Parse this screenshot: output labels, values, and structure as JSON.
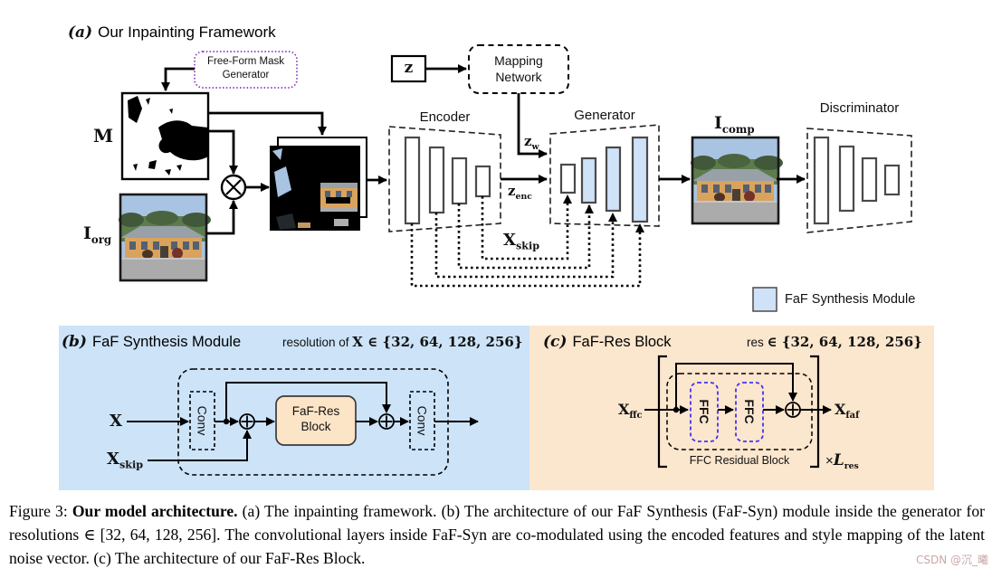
{
  "figure": {
    "panel_a": {
      "tag": "(a)",
      "title": "Our Inpainting Framework",
      "mask_generator_line1": "Free-Form Mask",
      "mask_generator_line2": "Generator",
      "mapping_line1": "Mapping",
      "mapping_line2": "Network",
      "encoder_label": "Encoder",
      "generator_label": "Generator",
      "discriminator_label": "Discriminator",
      "m_label": "M",
      "i_label": "I",
      "org_sub": "org",
      "comp_sub": "comp",
      "z_label": "z",
      "zw_z": "z",
      "zw_sub": "w",
      "zenc_z": "z",
      "zenc_sub": "enc",
      "xskip_x": "X",
      "xskip_sub": "skip",
      "legend_label": "FaF Synthesis Module"
    },
    "panel_b": {
      "tag": "(b)",
      "title": "FaF Synthesis Module",
      "note_prefix": "resolution of ",
      "note_x": "X",
      "note_set": " ∈ {32, 64, 128, 256}",
      "x_in": "X",
      "xskip_x": "X",
      "xskip_sub": "skip",
      "conv1_label": "Conv",
      "conv2_label": "Conv",
      "block_line1": "FaF-Res",
      "block_line2": "Block"
    },
    "panel_c": {
      "tag": "(c)",
      "title": "FaF-Res Block",
      "note_prefix": "res ",
      "note_set": "∈ {32, 64, 128, 256}",
      "x_in": "X",
      "x_in_sub": "ffc",
      "x_out": "X",
      "x_out_sub": "faf",
      "ffc1_label": "FFC",
      "ffc2_label": "FFC",
      "residual_label": "FFC Residual Block",
      "times": "×",
      "L": "L",
      "L_sub": "res"
    }
  },
  "caption": {
    "figure_label": "Figure 3: ",
    "bold_title": "Our model architecture.",
    "body": " (a) The inpainting framework. (b) The architecture of our FaF Synthesis (FaF-Syn) module inside the generator for resolutions ∈ [32, 64, 128, 256]. The convolutional layers inside FaF-Syn are co-modulated using the encoded features and style mapping of the latent noise vector. (c) The architecture of our FaF-Res Block."
  },
  "watermark": "CSDN @沉_曦",
  "colors": {
    "faf_blue": "#cfe2f7",
    "panel_b_bg": "#cce3f8",
    "panel_c_bg": "#fbe6ce",
    "block_peach": "#fce4c7",
    "purple_border": "#8a3ab8",
    "ffc_border": "#4433ee"
  }
}
